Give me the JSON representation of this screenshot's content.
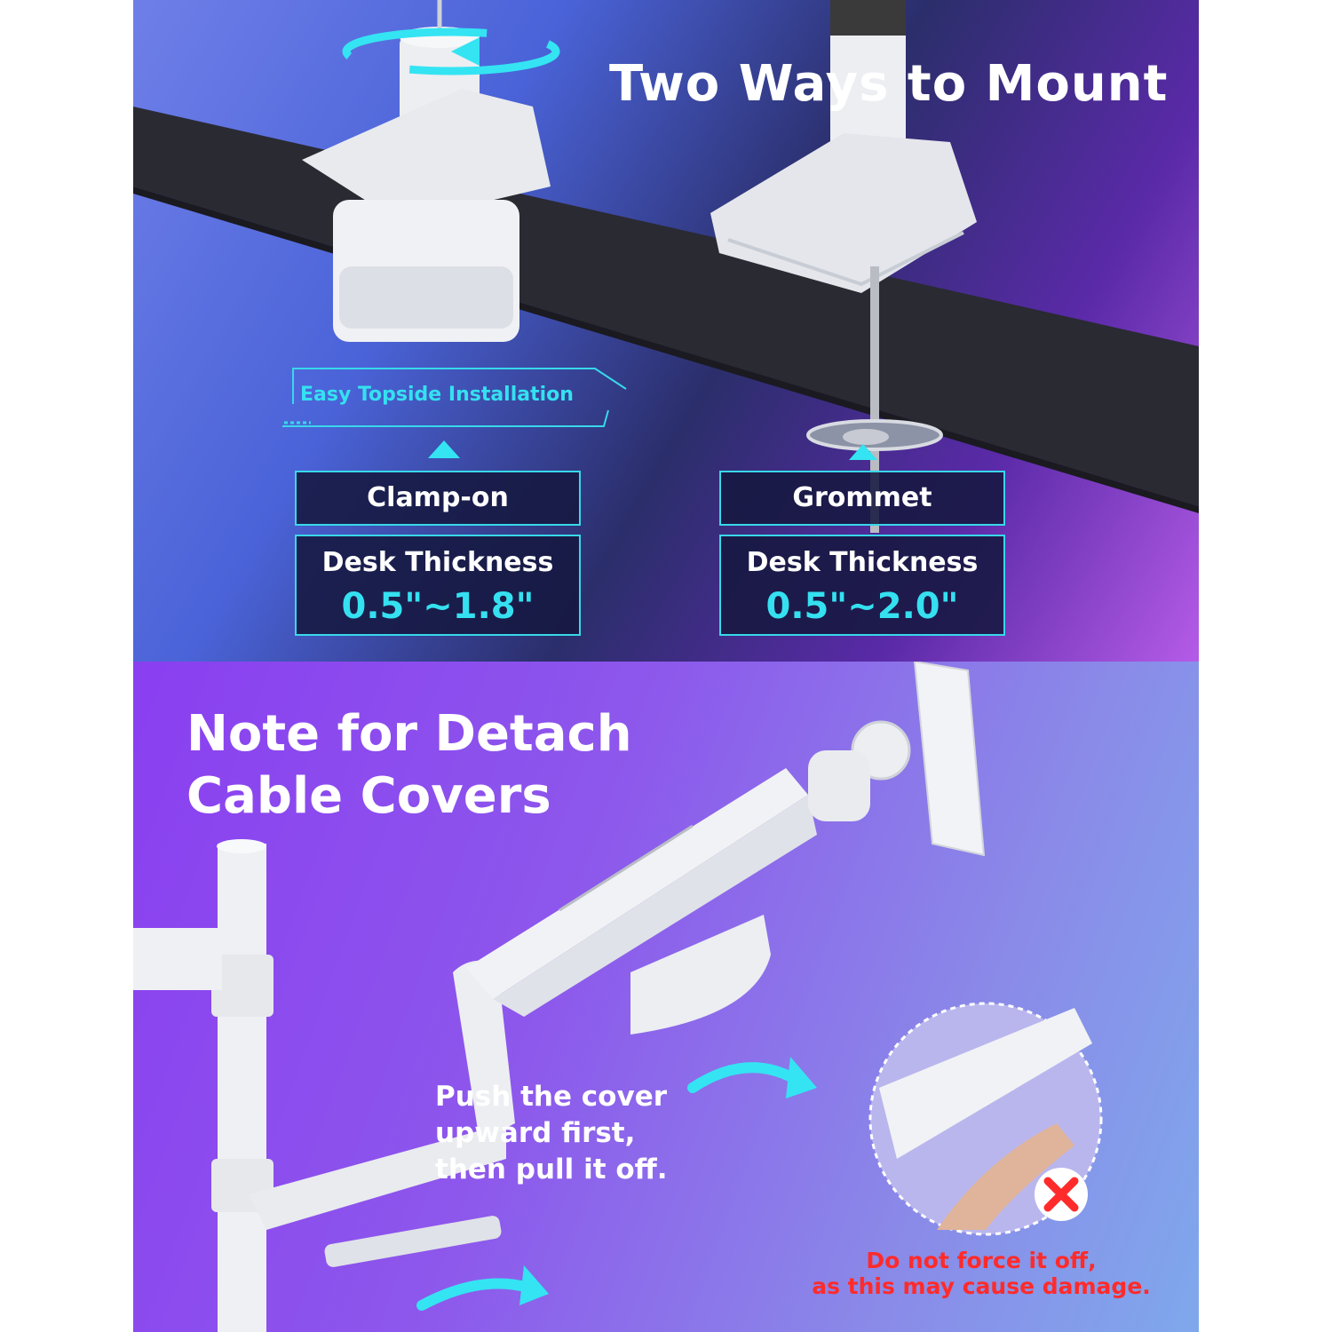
{
  "top_section": {
    "title": "Two Ways to Mount",
    "feature_label": "Easy Topside Installation",
    "clamp": {
      "name": "Clamp-on",
      "spec_label": "Desk Thickness",
      "spec_value": "0.5\"~1.8\""
    },
    "grommet": {
      "name": "Grommet",
      "spec_label": "Desk Thickness",
      "spec_value": "0.5\"~2.0\""
    }
  },
  "bottom_section": {
    "title_line1": "Note for Detach",
    "title_line2": "Cable Covers",
    "instruction_line1": "Push the cover",
    "instruction_line2": "upward first,",
    "instruction_line3": "then pull it off.",
    "warning_line1": "Do not force it off,",
    "warning_line2": "as this may cause damage.",
    "warning_icon": "x-mark-icon"
  },
  "colors": {
    "accent_cyan": "#35e0f0",
    "warning_red": "#ff2b2b",
    "box_bg": "#161840"
  }
}
